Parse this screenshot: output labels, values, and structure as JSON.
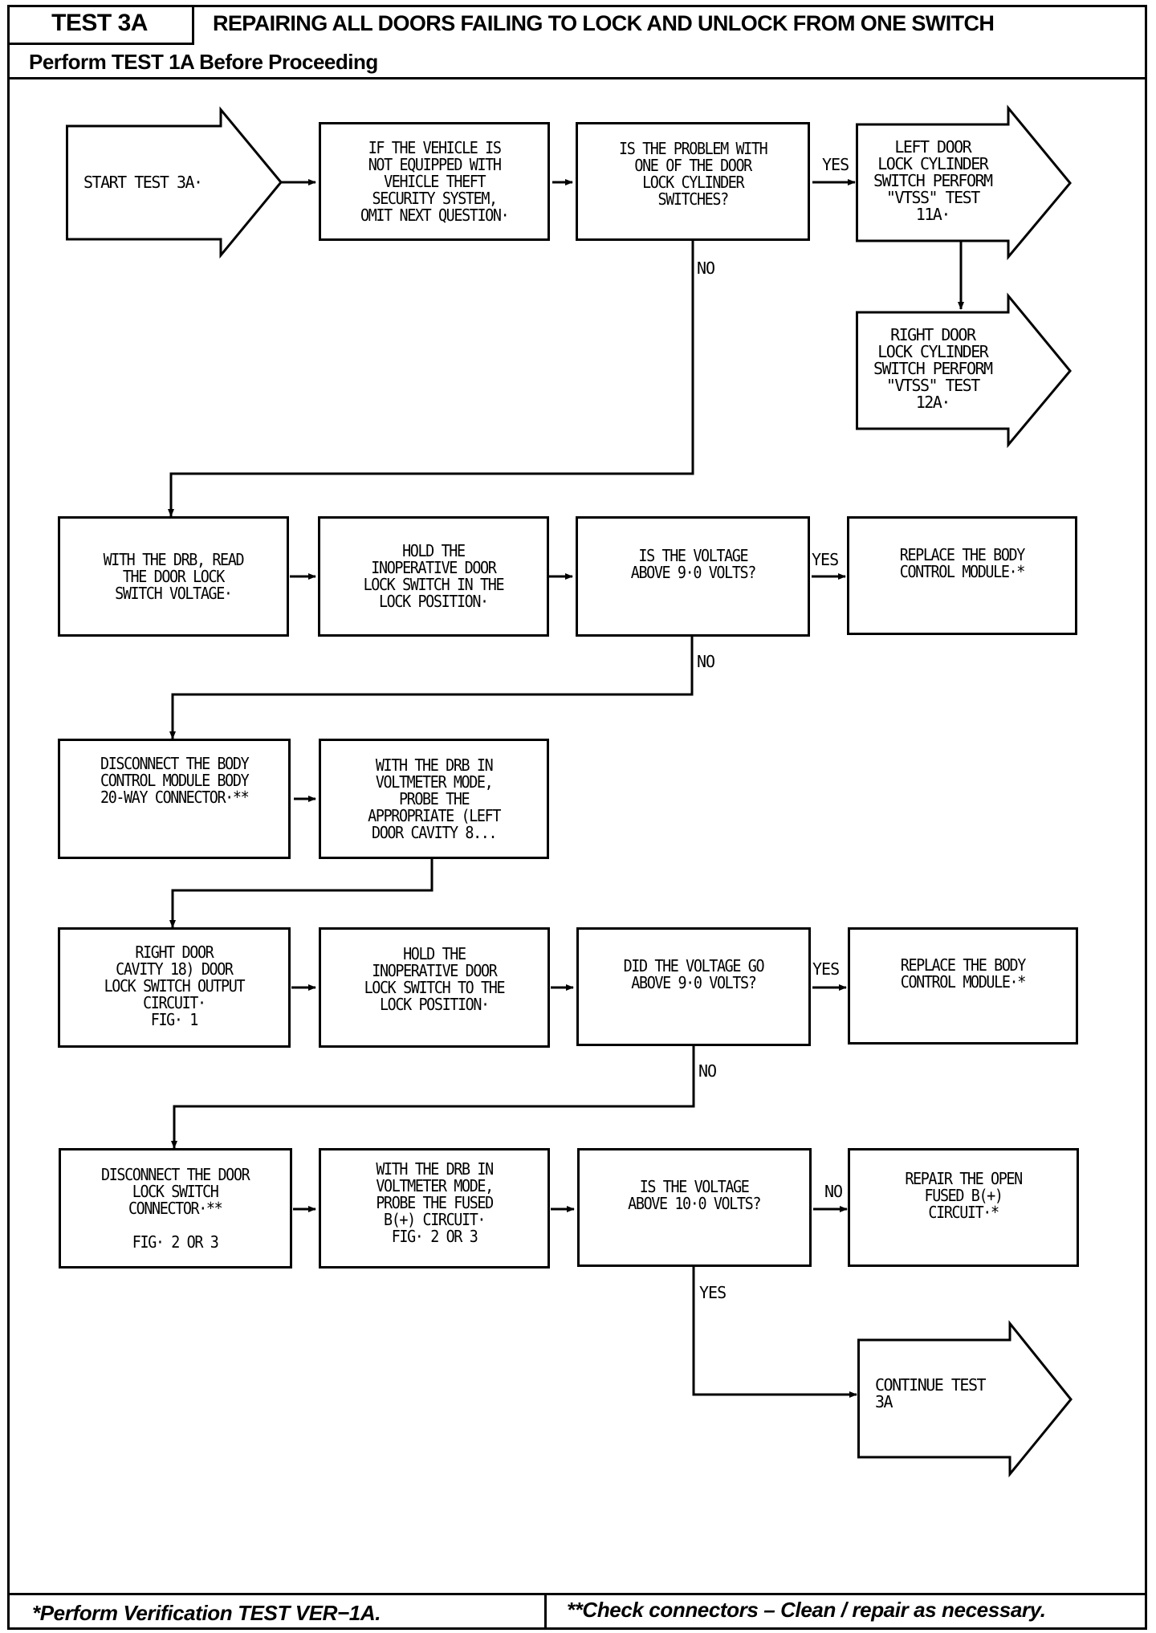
{
  "header": {
    "test_id": "TEST 3A",
    "title": "REPAIRING ALL DOORS FAILING TO LOCK AND UNLOCK FROM ONE SWITCH",
    "prerequisite": "Perform TEST 1A Before Proceeding"
  },
  "footer": {
    "note_single_star": "*Perform Verification TEST VER−1A.",
    "note_double_star": "**Check connectors – Clean / repair as necessary."
  },
  "nodes": {
    "start": "START TEST 3A·",
    "vtss_note": "IF THE VEHICLE IS\nNOT EQUIPPED WITH\nVEHICLE THEFT\nSECURITY SYSTEM,\nOMIT NEXT QUESTION·",
    "q_cylinder": "IS THE PROBLEM WITH\nONE OF THE DOOR\nLOCK CYLINDER\nSWITCHES?",
    "left_cyl": "LEFT DOOR\nLOCK CYLINDER\nSWITCH PERFORM\n\"VTSS\" TEST\n11A·",
    "right_cyl": "RIGHT DOOR\nLOCK CYLINDER\nSWITCH PERFORM\n\"VTSS\" TEST\n12A·",
    "read_voltage": "WITH THE DRB, READ\nTHE DOOR LOCK\nSWITCH VOLTAGE·",
    "hold_lock_1": "HOLD THE\nINOPERATIVE DOOR\nLOCK SWITCH IN THE\nLOCK POSITION·",
    "q_above_9": "IS THE VOLTAGE\nABOVE 9·0 VOLTS?",
    "replace_bcm_1": "REPLACE THE BODY\nCONTROL MODULE·*",
    "disconnect_bcm": "DISCONNECT THE BODY\nCONTROL MODULE BODY\n20-WAY CONNECTOR·**",
    "probe_cavity": "WITH THE DRB IN\nVOLTMETER MODE,\nPROBE THE\nAPPROPRIATE (LEFT\nDOOR CAVITY 8...",
    "right_cavity": "RIGHT DOOR\nCAVITY 18) DOOR\nLOCK SWITCH OUTPUT\nCIRCUIT·\nFIG· 1",
    "hold_lock_2": "HOLD THE\nINOPERATIVE DOOR\nLOCK SWITCH TO THE\nLOCK POSITION·",
    "q_go_above_9": "DID THE VOLTAGE GO\nABOVE 9·0 VOLTS?",
    "replace_bcm_2": "REPLACE THE BODY\nCONTROL MODULE·*",
    "disconnect_switch": "DISCONNECT THE DOOR\nLOCK SWITCH\nCONNECTOR·**\n\nFIG· 2 OR 3",
    "probe_fused": "WITH THE DRB IN\nVOLTMETER MODE,\nPROBE THE FUSED\nB(+) CIRCUIT·\nFIG· 2 OR 3",
    "q_above_10": "IS THE VOLTAGE\nABOVE 10·0 VOLTS?",
    "repair_fused": "REPAIR THE OPEN\nFUSED B(+)\nCIRCUIT·*",
    "continue": "CONTINUE TEST\n3A"
  },
  "edge_labels": {
    "yes": "YES",
    "no": "NO"
  }
}
